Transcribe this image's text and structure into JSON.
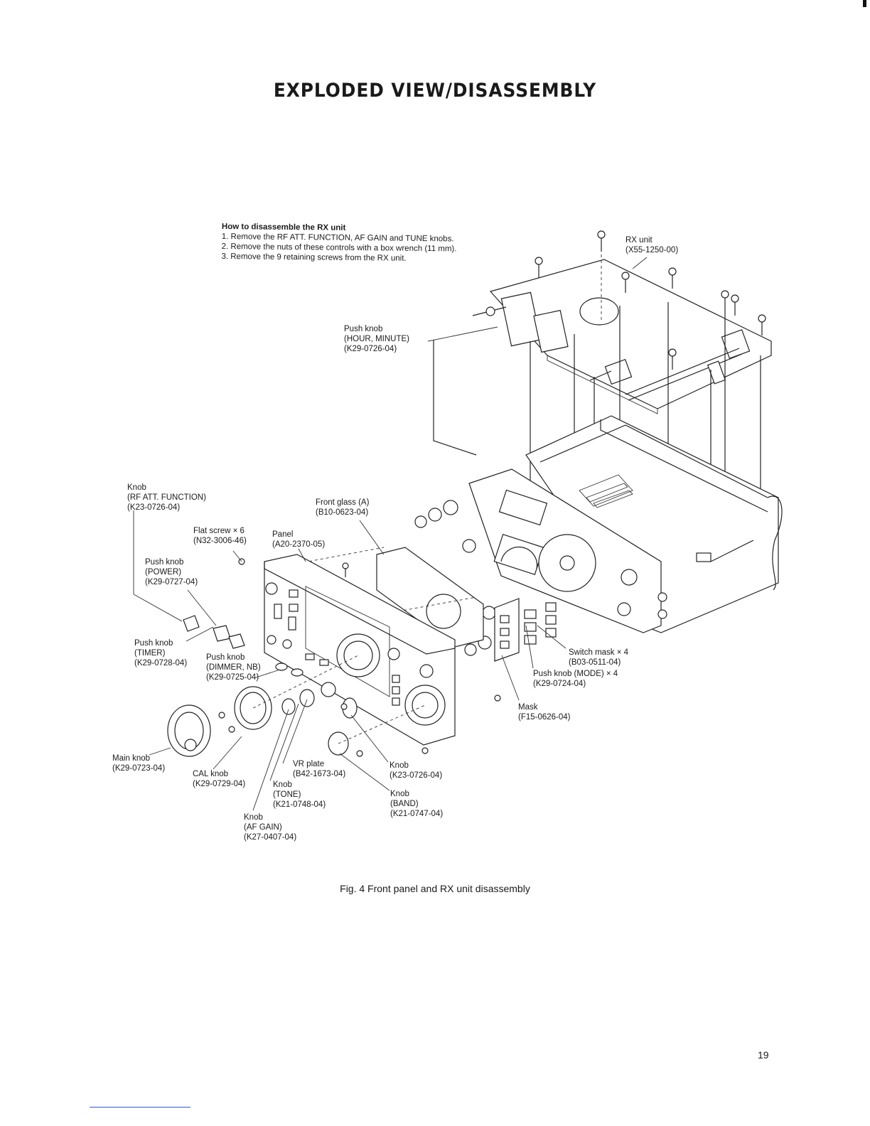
{
  "page": {
    "title": "EXPLODED VIEW/DISASSEMBLY",
    "caption": "Fig. 4 Front panel and RX unit disassembly",
    "page_number": "19"
  },
  "instructions": {
    "heading": "How to disassemble the RX unit",
    "steps": [
      "1. Remove the RF ATT. FUNCTION, AF GAIN and TUNE knobs.",
      "2. Remove the nuts of these controls with a box wrench (11 mm).",
      "3. Remove the 9 retaining screws from the RX unit."
    ]
  },
  "labels": {
    "rx_unit": [
      "RX unit",
      "(X55-1250-00)"
    ],
    "push_knob_hour": [
      "Push knob",
      "(HOUR, MINUTE)",
      "(K29-0726-04)"
    ],
    "knob_rf_att": [
      "Knob",
      "(RF ATT. FUNCTION)",
      "(K23-0726-04)"
    ],
    "front_glass": [
      "Front glass (A)",
      "(B10-0623-04)"
    ],
    "flat_screw": [
      "Flat screw × 6",
      "(N32-3006-46)"
    ],
    "panel": [
      "Panel",
      "(A20-2370-05)"
    ],
    "push_knob_power": [
      "Push knob",
      "(POWER)",
      "(K29-0727-04)"
    ],
    "push_knob_timer": [
      "Push knob",
      "(TIMER)",
      "(K29-0728-04)"
    ],
    "push_knob_dimmer": [
      "Push knob",
      "(DIMMER, NB)",
      "(K29-0725-04)"
    ],
    "switch_mask": [
      "Switch mask × 4",
      "(B03-0511-04)"
    ],
    "push_knob_mode": [
      "Push knob (MODE) × 4",
      "(K29-0724-04)"
    ],
    "mask": [
      "Mask",
      "(F15-0626-04)"
    ],
    "main_knob": [
      "Main knob",
      "(K29-0723-04)"
    ],
    "cal_knob": [
      "CAL knob",
      "(K29-0729-04)"
    ],
    "vr_plate": [
      "VR plate",
      "(B42-1673-04)"
    ],
    "knob_k23": [
      "Knob",
      "(K23-0726-04)"
    ],
    "knob_tone": [
      "Knob",
      "(TONE)",
      "(K21-0748-04)"
    ],
    "knob_band": [
      "Knob",
      "(BAND)",
      "(K21-0747-04)"
    ],
    "knob_af_gain": [
      "Knob",
      "(AF GAIN)",
      "(K27-0407-04)"
    ]
  }
}
